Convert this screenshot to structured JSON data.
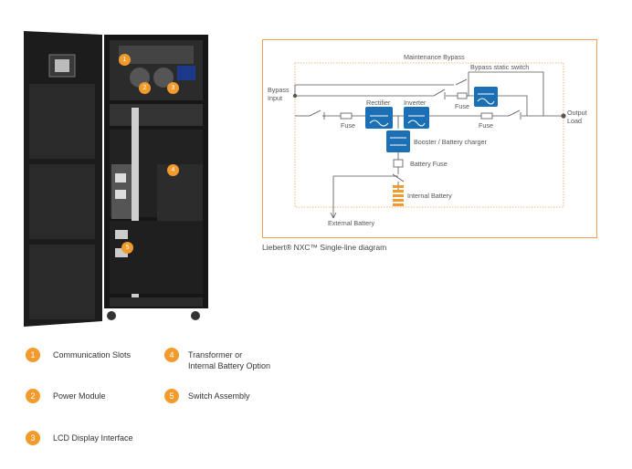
{
  "photo_markers": [
    "1",
    "2",
    "3",
    "4",
    "5"
  ],
  "diagram": {
    "labels": {
      "maintenance_bypass": "Maintenance Bypass",
      "bypass_static_switch": "Bypass static switch",
      "bypass_input_line1": "Bypass",
      "bypass_input_line2": "Input",
      "rectifier": "Rectifier",
      "inverter": "Inverter",
      "fuse_bypass": "Fuse",
      "fuse_input": "Fuse",
      "fuse_output": "Fuse",
      "output_line1": "Output",
      "output_line2": "Load",
      "booster": "Booster / Battery charger",
      "battery_fuse": "Battery Fuse",
      "internal_battery": "Internal Battery",
      "external_battery": "External Battery"
    },
    "colors": {
      "frame": "#f0a050",
      "module": "#1a6fb5",
      "battery": "#f39a2d",
      "line": "#555555"
    }
  },
  "caption": "Liebert® NXC™ Single-line diagram",
  "legend": [
    {
      "num": "1",
      "lines": [
        "Communication Slots"
      ]
    },
    {
      "num": "2",
      "lines": [
        "Power Module"
      ]
    },
    {
      "num": "3",
      "lines": [
        "LCD Display Interface"
      ]
    },
    {
      "num": "4",
      "lines": [
        "Transformer or",
        "Internal Battery Option"
      ]
    },
    {
      "num": "5",
      "lines": [
        "Switch Assembly"
      ]
    }
  ]
}
